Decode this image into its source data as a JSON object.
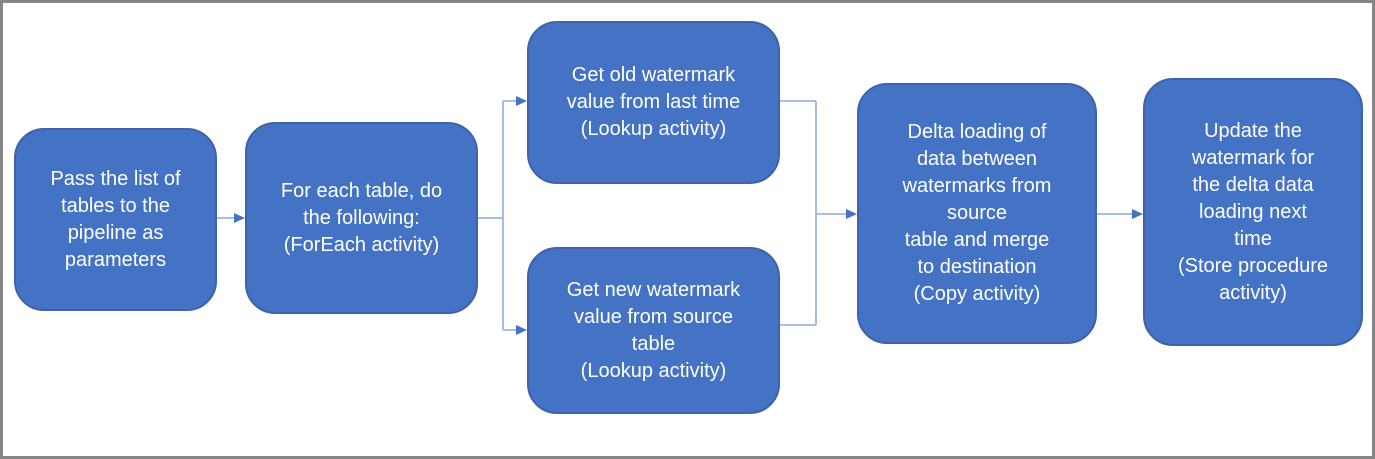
{
  "figure": {
    "type": "flowchart",
    "colors": {
      "node_fill": "#4472C4",
      "node_border": "#3C63AC",
      "node_text": "#FFFFFF",
      "connector_line": "#9DB6E2",
      "arrowhead": "#4472C4",
      "frame_border": "#868686",
      "background": "#FFFFFF"
    },
    "nodes": [
      {
        "id": "pass-tables",
        "label": "Pass the list of\ntables to the\npipeline as\nparameters"
      },
      {
        "id": "foreach-table",
        "label": "For each table, do\nthe following:\n(ForEach activity)"
      },
      {
        "id": "get-old-watermark",
        "label": "Get old watermark\nvalue from last time\n(Lookup activity)"
      },
      {
        "id": "get-new-watermark",
        "label": "Get new watermark\nvalue from source\ntable\n(Lookup activity)"
      },
      {
        "id": "delta-loading",
        "label": "Delta loading of\ndata between\nwatermarks from\nsource\ntable and merge\nto destination\n(Copy activity)"
      },
      {
        "id": "update-watermark",
        "label": "Update the\nwatermark for\nthe delta data\nloading next\ntime\n(Store procedure\nactivity)"
      }
    ],
    "edges": [
      {
        "from": "pass-tables",
        "to": "foreach-table"
      },
      {
        "from": "foreach-table",
        "to": "get-old-watermark"
      },
      {
        "from": "foreach-table",
        "to": "get-new-watermark"
      },
      {
        "from": "get-old-watermark",
        "to": "delta-loading"
      },
      {
        "from": "get-new-watermark",
        "to": "delta-loading"
      },
      {
        "from": "delta-loading",
        "to": "update-watermark"
      }
    ]
  }
}
